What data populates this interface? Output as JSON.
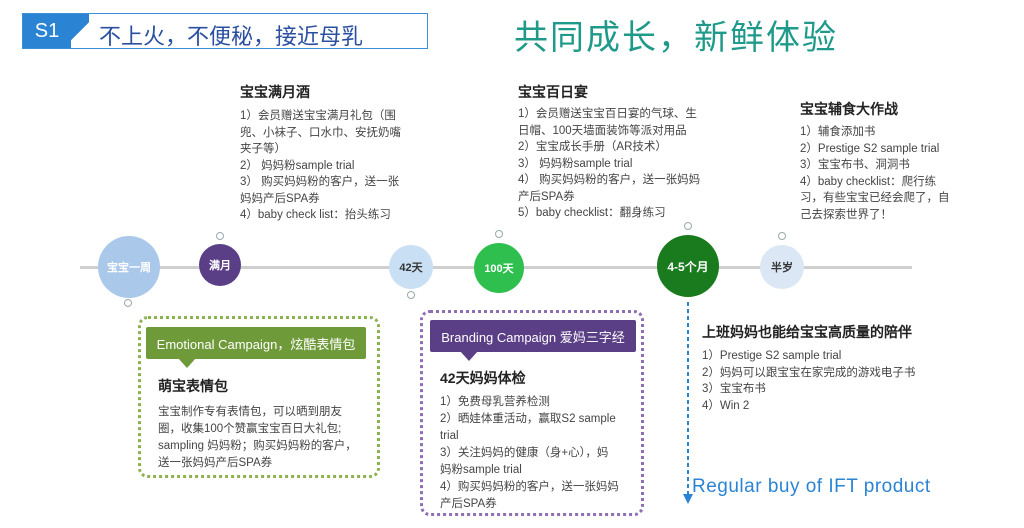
{
  "header": {
    "tag": "S1",
    "subtitle": "不上火，不便秘，接近母乳",
    "title": "共同成长，新鲜体验"
  },
  "milestones": {
    "full_month": {
      "title": "宝宝满月酒",
      "items": [
        "1）会员赠送宝宝满月礼包（围",
        "兜、小袜子、口水巾、安抚奶嘴",
        "夹子等）",
        "2）  妈妈粉sample trial",
        "3）  购买妈妈粉的客户，送一张",
        "妈妈产后SPA券",
        "4）baby check list：抬头练习"
      ]
    },
    "hundred_days": {
      "title": "宝宝百日宴",
      "items": [
        "1）会员赠送宝宝百日宴的气球、生",
        "日帽、100天墙面装饰等派对用品",
        "2）宝宝成长手册（AR技术）",
        "3）  妈妈粉sample trial",
        "4）  购买妈妈粉的客户，送一张妈妈",
        "产后SPA券",
        "5）baby checklist：翻身练习"
      ]
    },
    "weaning": {
      "title": "宝宝辅食大作战",
      "items": [
        "1）辅食添加书",
        "2）Prestige S2 sample trial",
        "3）宝宝布书、洞洞书",
        "4）baby checklist：爬行练",
        "习，有些宝宝已经会爬了，自",
        "己去探索世界了！"
      ]
    }
  },
  "timeline": {
    "nodes": [
      {
        "label": "宝宝一周",
        "color": "#a9c8ea"
      },
      {
        "label": "满月",
        "color": "#5b3f86"
      },
      {
        "label": "42天",
        "color": "#c9dff3"
      },
      {
        "label": "100天",
        "color": "#2fbf4e"
      },
      {
        "label": "4-5个月",
        "color": "#1a7a1e"
      },
      {
        "label": "半岁",
        "color": "#dbe7f5"
      }
    ]
  },
  "campaigns": {
    "emotional": {
      "tag": "Emotional Campaign，炫酷表情包",
      "title": "萌宝表情包",
      "body": [
        "宝宝制作专有表情包，可以晒到朋友",
        "圈，收集100个赞赢宝宝百日大礼包;",
        "sampling 妈妈粉；购买妈妈粉的客户，",
        "送一张妈妈产后SPA券"
      ],
      "color": "#6f9a3a"
    },
    "branding": {
      "tag": "Branding Campaign 爱妈三字经",
      "title": "42天妈妈体检",
      "body": [
        "1）免费母乳营养检测",
        "2）晒娃体重活动，赢取S2 sample",
        "trial",
        "3）关注妈妈的健康（身+心），妈",
        "妈粉sample trial",
        "4）购买妈妈粉的客户，送一张妈妈",
        "产后SPA券"
      ],
      "color": "#5b3f86"
    }
  },
  "working_mom": {
    "title": "上班妈妈也能给宝宝高质量的陪伴",
    "items": [
      "1）Prestige S2 sample trial",
      "2）妈妈可以跟宝宝在家完成的游戏电子书",
      "3）宝宝布书",
      "4）Win 2"
    ]
  },
  "footer": {
    "regular": "Regular buy of IFT product"
  }
}
